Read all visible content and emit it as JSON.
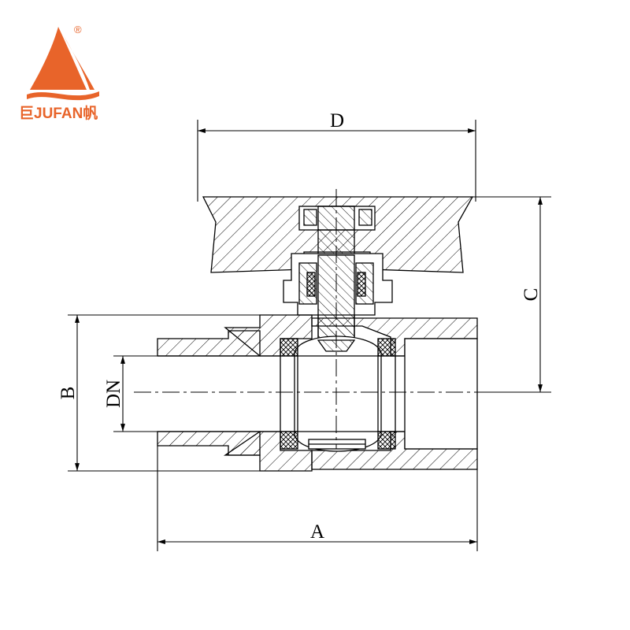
{
  "logo": {
    "registered_mark": "®",
    "brand_text": "巨JUFAN帆",
    "brand_color": "#E8642A"
  },
  "dimensions": {
    "overall_length": "A",
    "body_height": "B",
    "stem_height": "C",
    "handle_width": "D",
    "nominal_diameter": "DN"
  },
  "colors": {
    "line": "#000000",
    "background": "#ffffff"
  }
}
